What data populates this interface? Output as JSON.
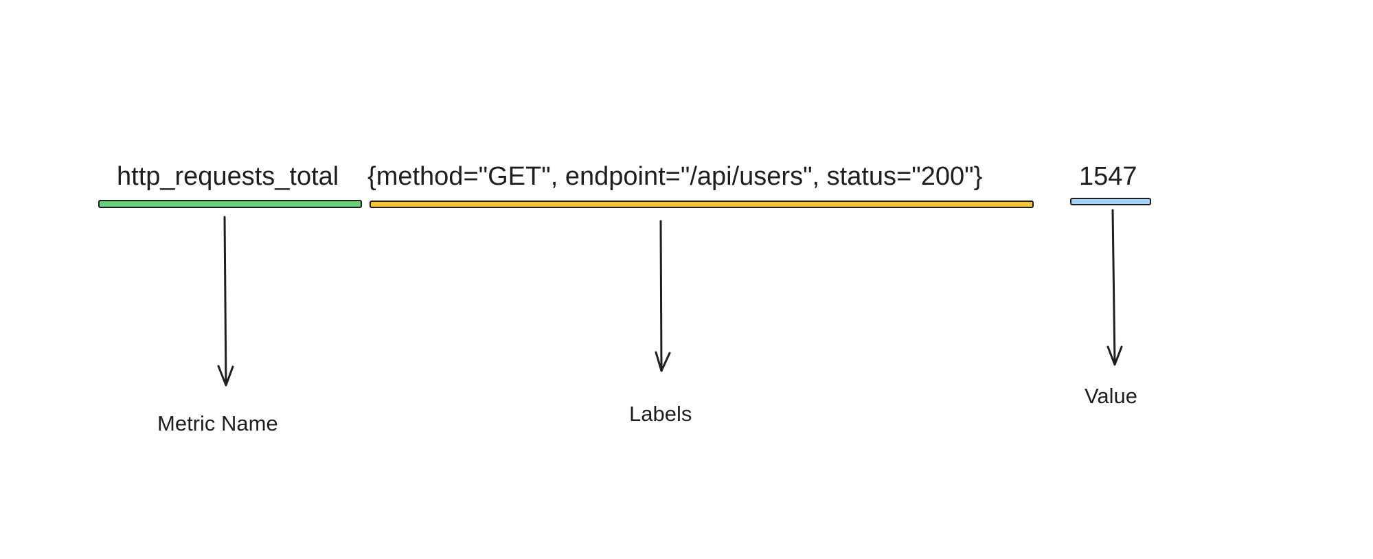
{
  "diagram": {
    "segments": [
      {
        "id": "metric-name",
        "text": "http_requests_total",
        "caption": "Metric Name",
        "color": "#69d07a"
      },
      {
        "id": "labels",
        "text": "{method=\"GET\", endpoint=\"/api/users\", status=\"200\"}",
        "caption": "Labels",
        "color": "#f7c531"
      },
      {
        "id": "value",
        "text": "1547",
        "caption": "Value",
        "color": "#a6d3f5"
      }
    ],
    "stroke_color": "#1e1e1e"
  }
}
